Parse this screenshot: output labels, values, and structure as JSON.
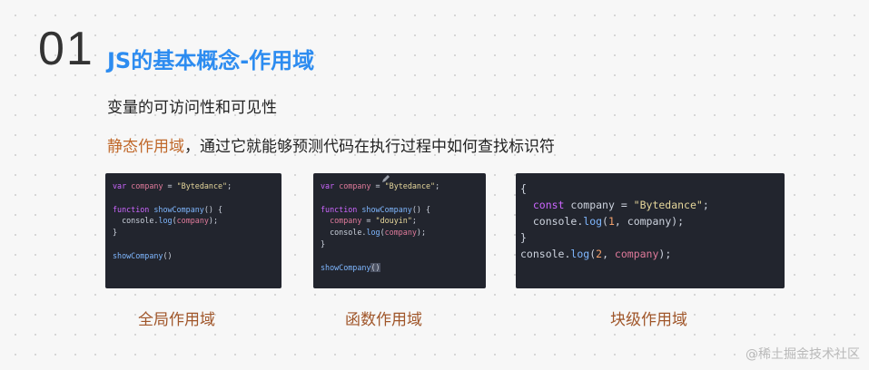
{
  "slide": {
    "number": "01",
    "title": "JS的基本概念-作用域",
    "subtitle": "变量的可访问性和可见性",
    "desc_highlight": "静态作用域",
    "desc_rest": "，通过它就能够预测代码在执行过程中如何查找标识符"
  },
  "captions": {
    "global": "全局作用域",
    "function": "函数作用域",
    "block": "块级作用域"
  },
  "watermark": "@稀土掘金技术社区",
  "code": {
    "var_kw": "var",
    "const_kw": "const",
    "function_kw": "function",
    "company": "company",
    "bytedance": "\"Bytedance\"",
    "douyin": "\"douyin\"",
    "showCompany": "showCompany",
    "console": "console",
    "log": "log",
    "one": "1",
    "two": "2"
  },
  "colors": {
    "accent_blue": "#2d8cf0",
    "highlight_orange": "#c0682a",
    "caption_orange": "#a0562a",
    "code_bg": "#22252e"
  }
}
